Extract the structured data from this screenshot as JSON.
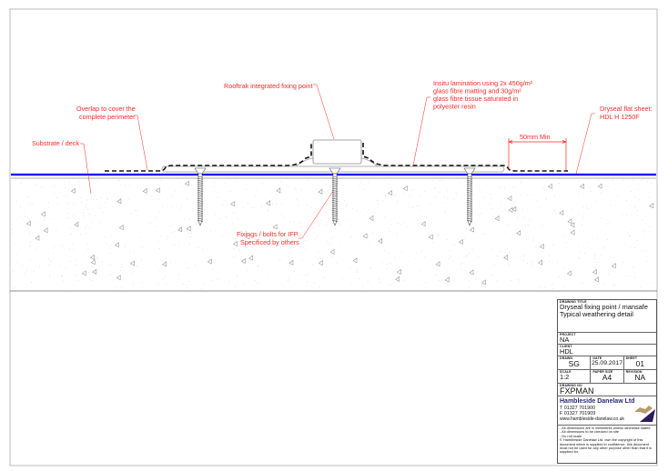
{
  "annotations": {
    "rooftrak": "Rooftrak integrated fixing point",
    "overlap": [
      "Overlap to cover the",
      "complete perimeter"
    ],
    "substrate": "Substrate / deck",
    "insitu": [
      "Insitu lamination using 2x 450g/m²",
      "glass fibre matting and 30g/m²",
      "glass fibre tissue saturated in",
      "polyester resin"
    ],
    "dryseal": [
      "Dryseal flat sheet:",
      "HDL H 1250F"
    ],
    "fixings": [
      "Fixings / bolts for IFP.",
      "Specificed by others"
    ],
    "dimension": "50mm  Min"
  },
  "colors": {
    "annotation": "#ff2a2a",
    "membrane": "#0000ff",
    "logo_dark": "#2a1a5e",
    "logo_light": "#b89a6a"
  },
  "title_block": {
    "drawing_title_caption": "DRAWING TITLE",
    "drawing_title": [
      "Dryseal fixing point / mansafe",
      "Typical weathering detail"
    ],
    "project_caption": "PROJECT",
    "project": "NA",
    "client_caption": "CLIENT",
    "client": "HDL",
    "drawn_caption": "DRAWN",
    "drawn": "SG",
    "date_caption": "DATE",
    "date": "25.09.2017",
    "sheet_caption": "SHEET",
    "sheet": "01",
    "scale_caption": "SCALE",
    "scale": "1:2",
    "paper_caption": "PAPER SIZE",
    "paper": "A4",
    "revision_caption": "REVISION",
    "revision": "NA",
    "drawing_no_caption": "DRAWING NO",
    "drawing_no": "FXPMAN",
    "company": "Hambleside Danelaw Ltd",
    "tel": "T   01327 701900",
    "fax": "F   01327 701909",
    "web": "www.hambleside-danelaw.co.uk",
    "notes": [
      "- All dimensions are in millimetres unless otherwise stated",
      "- All dimensions to be checked on site",
      "- Do not scale",
      "© Hambleside Danelaw Ltd. own the copyright of this document which is supplied in confidence. this document must not be used for any other purpose other than that it is supplied for."
    ]
  }
}
